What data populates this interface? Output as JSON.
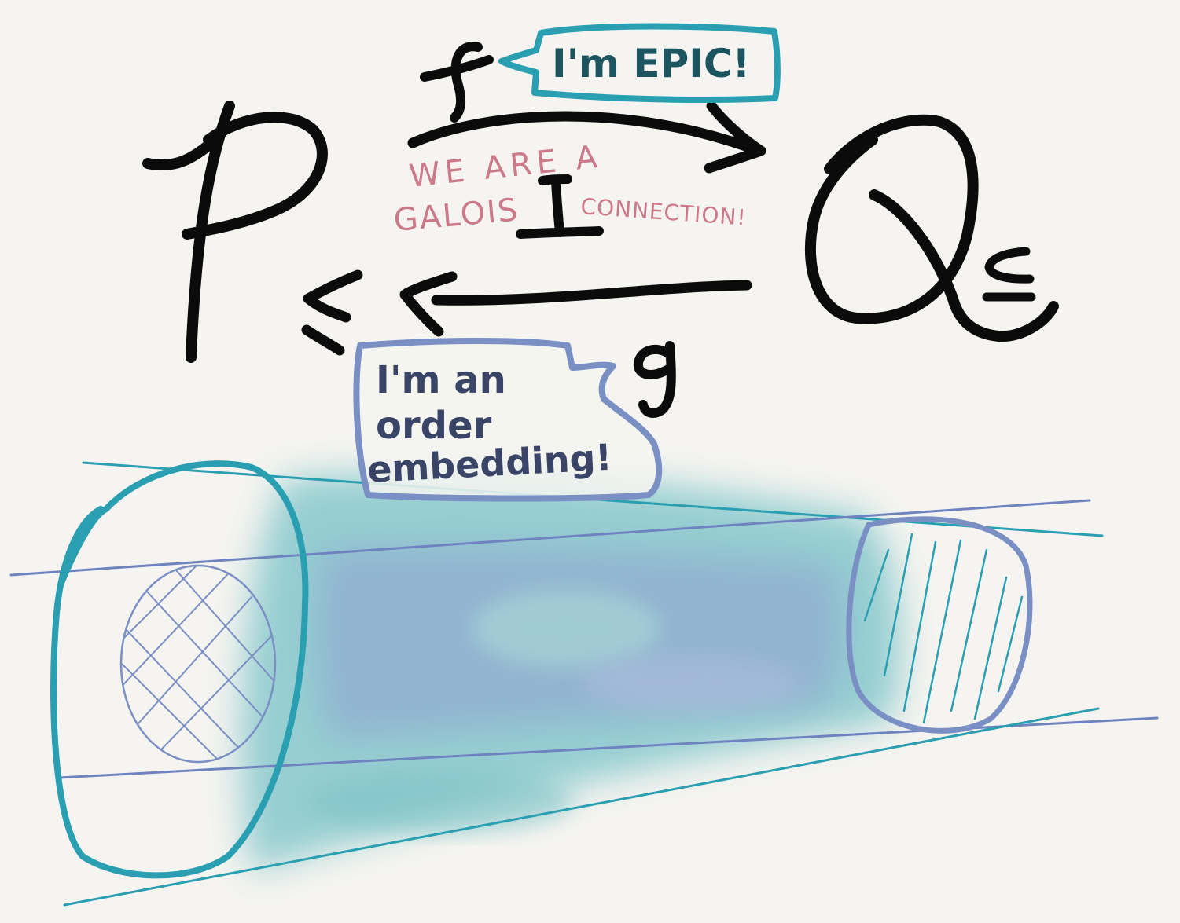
{
  "diagram": {
    "domain_symbol": "P",
    "domain_order": "≤",
    "codomain_symbol": "Q",
    "codomain_order": "⊑",
    "upper_map": "f",
    "lower_map": "g",
    "adjoint_symbol": "⊥",
    "galois_caption": [
      "WE ARE A",
      "GALOIS",
      "CONNECTION!"
    ],
    "epic_bubble": "I'm EPIC!",
    "embedding_bubble": [
      "I'm an",
      "order",
      "embedding!"
    ]
  },
  "colors": {
    "ink": "#0b0b0b",
    "teal": "#2a9fb2",
    "periwinkle": "#7a8fc4",
    "navy_text": "#3a4466",
    "teal_text": "#1c5560",
    "pink": "#cc7a8a",
    "wash_teal": "#86c8cc",
    "wash_blue": "#8d9fd0"
  }
}
